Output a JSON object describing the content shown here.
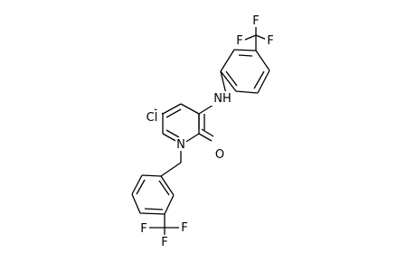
{
  "molecule": {
    "atom_labels": {
      "f1": "F",
      "f2": "F",
      "f3": "F",
      "nh": "NH",
      "cl": "Cl",
      "o": "O",
      "n": "N",
      "f4": "F",
      "f5": "F",
      "f6": "F"
    }
  }
}
